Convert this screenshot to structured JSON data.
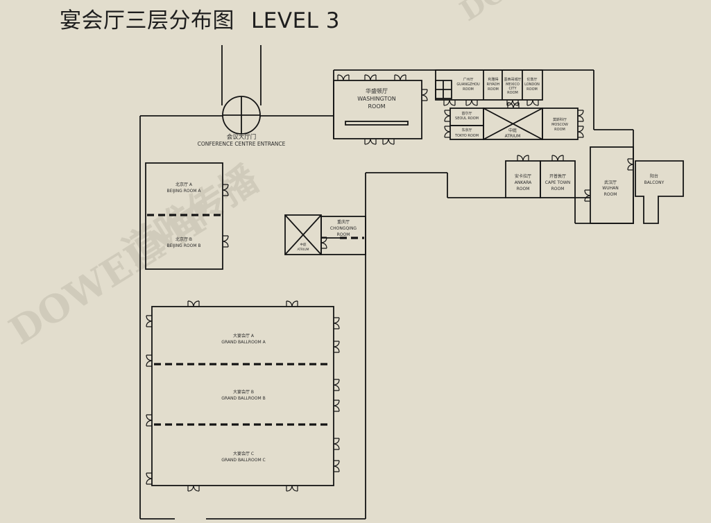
{
  "title": {
    "zh": "宴会厅三层分布图",
    "en": "LEVEL 3"
  },
  "watermark": {
    "brand_cn": "道唯传播",
    "brand_en": "DOWELMP"
  },
  "colors": {
    "background": "#e2ddcd",
    "lines": "#141414",
    "watermark": "#d0cbbb"
  },
  "rooms": {
    "conference_entrance": {
      "zh": "会议大厅门",
      "en": "CONFERENCE CENTRE ENTRANCE"
    },
    "washington": {
      "zh": "华盛顿厅",
      "en1": "WASHINGTON",
      "en2": "ROOM"
    },
    "guangzhou": {
      "zh": "广州厅",
      "en1": "GUANGZHOU",
      "en2": "ROOM"
    },
    "riyadh": {
      "zh": "利雅得",
      "en1": "RIYADH",
      "en2": "ROOM"
    },
    "mexico": {
      "zh": "墨西哥城厅",
      "en1": "MEXICO",
      "en2": "CITY",
      "en3": "ROOM"
    },
    "london": {
      "zh": "伦敦厅",
      "en1": "LONDON",
      "en2": "ROOM"
    },
    "seoul": {
      "zh": "首尔厅",
      "en": "SEOUL ROOM"
    },
    "tokyo": {
      "zh": "东京厅",
      "en": "TOKYO ROOM"
    },
    "atrium_top": {
      "zh": "中庭",
      "en": "ATRIUM"
    },
    "moscow": {
      "zh": "莫斯科厅",
      "en1": "MOSCOW",
      "en2": "ROOM"
    },
    "ankara": {
      "zh": "安卡拉厅",
      "en1": "ANKARA",
      "en2": "ROOM"
    },
    "cape_town": {
      "zh": "开普敦厅",
      "en1": "CAPE TOWN",
      "en2": "ROOM"
    },
    "wuhan": {
      "zh": "武汉厅",
      "en1": "WUHAN",
      "en2": "ROOM"
    },
    "balcony": {
      "zh": "阳台",
      "en": "BALCONY"
    },
    "beijing_a": {
      "zh": "北京厅 A",
      "en": "BEIJING ROOM A"
    },
    "beijing_b": {
      "zh": "北京厅 B",
      "en": "BEIJING ROOM B"
    },
    "chongqing": {
      "zh": "重庆厅",
      "en1": "CHONGQING",
      "en2": "ROOM"
    },
    "atrium_mid": {
      "zh": "中庭",
      "en": "ATRIUM"
    },
    "ballroom_a": {
      "zh": "大宴会厅 A",
      "en": "GRAND BALLROOM A"
    },
    "ballroom_b": {
      "zh": "大宴会厅 B",
      "en": "GRAND BALLROOM B"
    },
    "ballroom_c": {
      "zh": "大宴会厅 C",
      "en": "GRAND BALLROOM C"
    }
  }
}
